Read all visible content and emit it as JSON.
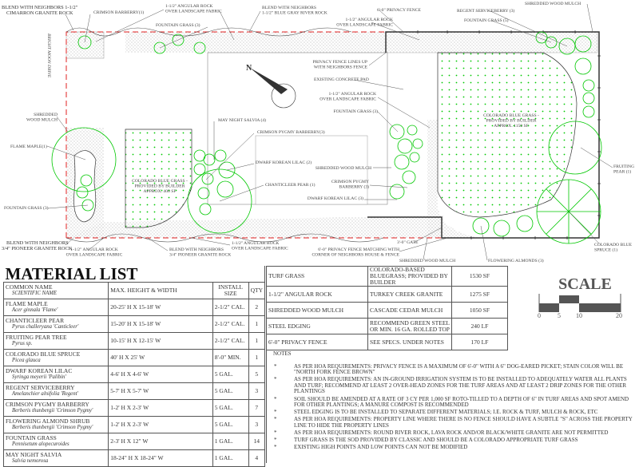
{
  "plan": {
    "street": "BRIGHT MOON DRIVE",
    "labels": {
      "blend_cimarron": [
        "BLEND WITH NEIGHBORS 1-1/2\"",
        "CIMARRON GRANITE ROCK"
      ],
      "crimson_barberry_1": "CRIMSON BARBERRY(1)",
      "angular_rock_top": [
        "1-1/2\" ANGULAR ROCK",
        "OVER LANDSCAPE FABRIC"
      ],
      "fountain_grass_top": "FOUNTAIN GRASS (3)",
      "blend_blue_gray": [
        "BLEND WITH NEIGHBORS",
        "1-1/2\" BLUE GRAY RIVER ROCK"
      ],
      "privacy_fence_top": "6'-0\" PRIVACY FENCE",
      "angular_rock_fence": [
        "1-1/2\" ANGULAR ROCK",
        "OVER LANDSCAPE FABRIC"
      ],
      "regent_serviceberry": "REGENT SERVICEBERRY (3)",
      "fountain_grass_5": "FOUNTAIN GRASS (5)",
      "mulch_top_right": "SHREDDED WOOD MULCH",
      "fence_lines_up": [
        "PRIVACY FENCE LINES UP",
        "WITH NEIGHBORS FENCE"
      ],
      "concrete_pad": "EXISTING CONCRETE PAD",
      "angular_rock_mid": [
        "1-1/2\" ANGULAR ROCK",
        "OVER LANDSCAPE FABRIC"
      ],
      "fountain_grass_mid": "FOUNTAIN GRASS (3)",
      "blue_grass_large": [
        "COLORADO BLUE GRASS -",
        "PROVIDED BY BUILDER",
        "APPROX. 1150 SF"
      ],
      "may_night_salvia": "MAY NIGHT SALVIA (4)",
      "crimson_pygmy_3": "CRIMSON PYGMY BARBERRY(3)",
      "mulch_left": [
        "SHREDDED",
        "WOOD MULCH"
      ],
      "flame_maple": "FLAME MAPLE(1)",
      "dwarf_lilac_2": "DWARF KOREAN LILAC (2)",
      "blue_grass_small": [
        "COLORADO BLUE GRASS -",
        "PROVIDED BY BUILDER",
        "APPROX. 400 SF"
      ],
      "chanticleer_pear": "CHANTICLEER PEAR (1)",
      "mulch_mid": "SHREDDED WOOD MULCH",
      "crimson_pygmy_mid": [
        "CRIMSON PYGMY",
        "BARBERRY (3)"
      ],
      "dwarf_lilac_3": "DWARF KOREAN LILAC (3)",
      "fountain_grass_left": "FOUNTAIN GRASS (3)",
      "fruiting_pear": [
        "FRUITING",
        "PEAR (1)"
      ],
      "blend_pioneer_left": [
        "BLEND WITH NEIGHBORS",
        "3/4\" PIONEER GRANITE ROCK"
      ],
      "angular_rock_bl": [
        "1-1/2\" ANGULAR ROCK",
        "OVER LANDSCAPE FABRIC"
      ],
      "blend_pioneer_mid": [
        "BLEND WITH NEIGHBORS",
        "3/4\" PIONEER GRANITE ROCK"
      ],
      "angular_rock_bm": [
        "1-1/2\" ANGULAR ROCK",
        "OVER LANDSCAPE FABRIC"
      ],
      "gate": "3'-0\" GATE",
      "fence_matching": [
        "6'-0\" PRIVACY FENCE MATCHING WITH",
        "CORNER OF NEIGHBORS HOUSE & FENCE"
      ],
      "mulch_bottom": "SHREDDED WOOD MULCH",
      "flowering_almonds": "FLOWERING ALMONDS (3)",
      "blue_spruce": [
        "COLORADO BLUE",
        "SPRUCE (1)"
      ]
    },
    "north_arrow": "N",
    "colors": {
      "plants": "#00c800",
      "property_line": "#e02020",
      "fence": "#333333"
    }
  },
  "material_list": {
    "title": "MATERIAL LIST",
    "headers": {
      "common": "COMMON NAME",
      "scientific": "SCIENTIFIC NAME",
      "size": "MAX. HEIGHT & WIDTH",
      "install": "INSTALL SIZE",
      "qty": "QTY"
    },
    "plants": [
      {
        "common": "FLAME MAPLE",
        "scientific": "Acer ginnala 'Flame'",
        "size": "20-25' H X 15-18' W",
        "install": "2-1/2\" CAL.",
        "qty": "2"
      },
      {
        "common": "CHANTICLEER PEAR",
        "scientific": "Pyrus challeryana 'Canticleer'",
        "size": "15-20' H X 15-18' W",
        "install": "2-1/2\" CAL.",
        "qty": "1"
      },
      {
        "common": "FRUITING PEAR TREE",
        "scientific": "Pyrus sp.",
        "size": "10-15' H X 12-15' W",
        "install": "2-1/2\" CAL.",
        "qty": "1"
      },
      {
        "common": "COLORADO BLUE SPRUCE",
        "scientific": "Picea glauca",
        "size": "40' H X 25' W",
        "install": "8'-0\" MIN.",
        "qty": "1"
      },
      {
        "common": "DWARF KOREAN LILAC",
        "scientific": "Syringa meyerii 'Palibin'",
        "size": "4-6' H X 4-6' W",
        "install": "5 GAL.",
        "qty": "5"
      },
      {
        "common": "REGENT SERVICEBERRY",
        "scientific": "Amelanchier alnifolia 'Regent'",
        "size": "5-7' H X 5-7' W",
        "install": "5 GAL.",
        "qty": "3"
      },
      {
        "common": "CRIMSON PYGMY BARBERRY",
        "scientific": "Berberis thunbergii 'Crimson Pygmy'",
        "size": "1-2' H X 2-3' W",
        "install": "5 GAL.",
        "qty": "7"
      },
      {
        "common": "FLOWERING ALMOND SHRUB",
        "scientific": "Berberis thunbergii 'Crimson Pygmy'",
        "size": "1-2' H X 2-3' W",
        "install": "5 GAL.",
        "qty": "3"
      },
      {
        "common": "FOUNTAIN GRASS",
        "scientific": "Pennisetum alopecuroides",
        "size": "2-3' H X 12\" W",
        "install": "1 GAL.",
        "qty": "14"
      },
      {
        "common": "MAY NIGHT SALVIA",
        "scientific": "Salvia nemorosa",
        "size": "18-24\" H X 18-24\" W",
        "install": "1 GAL.",
        "qty": "4"
      }
    ],
    "materials": [
      {
        "item": "TURF GRASS",
        "desc": "COLORADO-BASED BLUEGRASS; PROVIDED BY BUILDER",
        "amount": "1530 SF"
      },
      {
        "item": "1-1/2\" ANGULAR ROCK",
        "desc": "TURKEY CREEK GRANITE",
        "amount": "1275 SF"
      },
      {
        "item": "SHREDDED WOOD MULCH",
        "desc": "CASCADE CEDAR MULCH",
        "amount": "1050 SF"
      },
      {
        "item": "STEEL EDGING",
        "desc": "RECOMMEND GREEN STEEL OR MIN. 16 GA. ROLLED TOP",
        "amount": "240 LF"
      },
      {
        "item": "6'-0\" PRIVACY FENCE",
        "desc": "SEE SPECS. UNDER NOTES",
        "amount": "170 LF"
      }
    ]
  },
  "notes": {
    "title": "NOTES",
    "bullet": "*",
    "items": [
      "AS PER HOA REQUIREMENTS: PRIVACY FENCE IS A MAXIMUM OF 6'-0\" WITH A 6\" DOG-EARED PICKET; STAIN COLOR WILL BE \"NORTH FORK FENCE BROWN\"",
      "AS PER HOA REQUIREMENTS: AN IN-GROUND IRRIGATION SYSTEM IS TO BE INSTALLED TO ADEQUATELY WATER ALL PLANTS AND TURF; RECOMMEND AT LEAST 2 OVER-HEAD ZONES FOR THE TURF AREAS AND AT LEAST 2 DRIP ZONES FOR THE OTHER PLANTINGS",
      "SOIL SHOULD BE AMENDED AT A RATE OF 3 CY PER 1,000 SF ROTO-TILLED TO A DEPTH OF 6\" IN TURF AREAS AND SPOT AMEND FOR OTHER PLANTINGS; A MANURE COMPOST IS RECOMMENDED",
      "STEEL EDGING IS TO BE INSTALLED TO SEPARATE DIFFERENT MATERIALS; I.E. ROCK & TURF, MULCH & ROCK, ETC",
      "AS PER HOA REQUIREMENTS: PROPERTY LINE WHERE THERE IS NO FENCE SHOULD HAVE A SUBTLE \"S\" ACROSS THE PROPERTY LINE TO HIDE THE PROPERTY LINES",
      "AS PER HOA REQUIREMENTS: ROUND RIVER ROCK, LAVA ROCK AND/OR BLACK/WHITE GRANITE ARE NOT PERMITTED",
      "TURF GRASS IS THE SOD PROVIDED BY CLASSIC AND SHOULD BE A COLORADO APPROPRIATE TURF GRASS",
      "EXISTING HIGH POINTS AND LOW POINTS CAN NOT BE MODIFIED"
    ]
  },
  "scale": {
    "title": "SCALE",
    "ticks": [
      "0",
      "5",
      "10",
      "20"
    ]
  }
}
